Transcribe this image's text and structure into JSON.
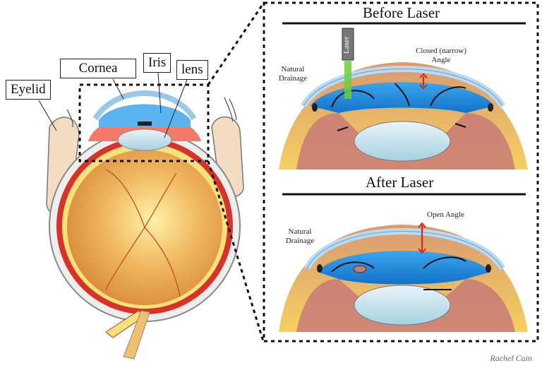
{
  "left_diagram": {
    "labels": {
      "eyelid": "Eyelid",
      "cornea": "Cornea",
      "iris": "Iris",
      "lens": "lens"
    }
  },
  "before_panel": {
    "title": "Before Laser",
    "laser_label": "Laser",
    "angle_label": "Closed (narrow) Angle",
    "drainage_label": "Natural Drainage"
  },
  "after_panel": {
    "title": "After Laser",
    "angle_label": "Open Angle",
    "drainage_label": "Natural Drainage"
  },
  "signature": "Rachel Cain",
  "colors": {
    "aqueous": "#1e8fe0",
    "laser_beam": "#6ccf3a",
    "arrow_red": "#e02020",
    "retina": "#d8322a"
  }
}
